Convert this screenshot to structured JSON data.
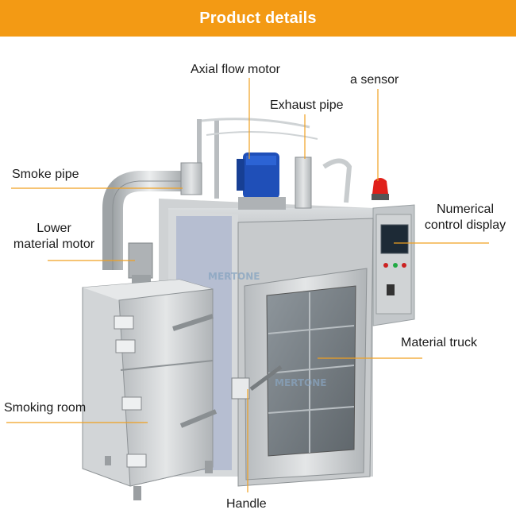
{
  "banner": {
    "title": "Product details"
  },
  "callouts": {
    "axial_flow_motor": "Axial flow motor",
    "sensor": "a sensor",
    "exhaust_pipe": "Exhaust pipe",
    "smoke_pipe": "Smoke pipe",
    "lower_material_motor_line1": "Lower",
    "lower_material_motor_line2": "material motor",
    "numerical_display_line1": "Numerical",
    "numerical_display_line2": "control display",
    "material_truck": "Material truck",
    "smoking_room": "Smoking room",
    "handle": "Handle"
  },
  "watermark": {
    "brand": "MERTONE"
  },
  "colors": {
    "accent": "#f39a14",
    "leader_line": "#f0a020",
    "steel": "#c9ccce",
    "motor_blue": "#1f4fb8",
    "beacon_red": "#e0201a"
  }
}
